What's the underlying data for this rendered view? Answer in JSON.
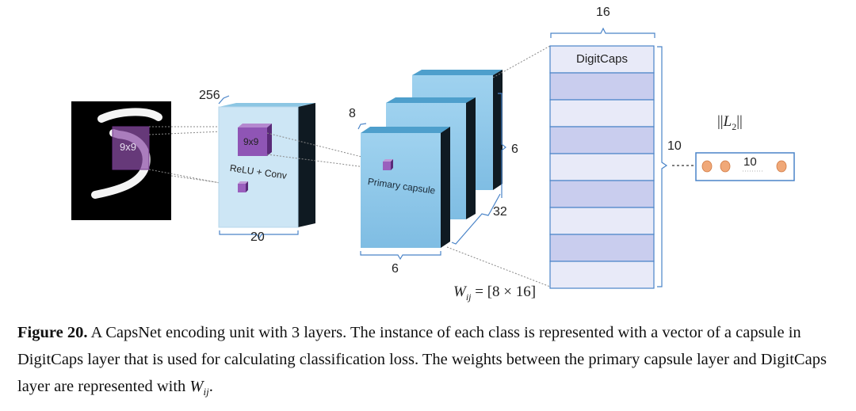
{
  "input_layer": {
    "kernel_label": "9x9"
  },
  "conv_layer": {
    "depth_label": "256",
    "width_label": "20",
    "kernel_label": "9x9",
    "text": "ReLU + Conv"
  },
  "primary_layer": {
    "depth_label": "8",
    "text": "Primary capsule",
    "side_label": "6",
    "bottom_label": "6",
    "count_label": "32"
  },
  "digitcaps": {
    "top_label": "16",
    "header": "DigitCaps",
    "rows_label": "10",
    "row_colors": [
      "#c9cdee",
      "#e8eaf8",
      "#c9cdee",
      "#e8eaf8",
      "#c9cdee",
      "#e8eaf8",
      "#c9cdee",
      "#e8eaf8"
    ]
  },
  "output": {
    "norm_symbol": "||",
    "norm_var": "L",
    "norm_sub": "2",
    "value_label": "10"
  },
  "formula": {
    "lhs": "W",
    "lhs_sub": "ij",
    "rhs": " = [8 × 16]"
  },
  "caption": {
    "label": "Figure 20.",
    "text": " A CapsNet encoding unit with 3 layers. The instance of each class is represented with a vector of a capsule in DigitCaps layer that is used for calculating classification loss. The weights between the primary capsule layer and DigitCaps layer are represented with ",
    "w_symbol": "W",
    "w_sub": "ij",
    "end": "."
  },
  "colors": {
    "conv_face": "#cde6f5",
    "conv_top": "#8cc6e3",
    "conv_side": "#0f1a22",
    "prim_face": "#8ec9ea",
    "prim_top": "#4e9fcc",
    "prim_side": "#0f1a22",
    "kernel_purple": "#8f55b5",
    "capsule_orange": "#f0a878",
    "box_border": "#4a84c8"
  }
}
